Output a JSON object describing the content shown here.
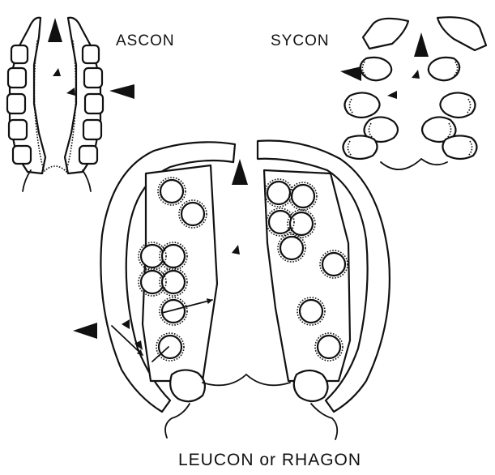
{
  "labels": {
    "ascon": "ASCON",
    "sycon": "SYCON",
    "leucon": "LEUCON or RHAGON"
  },
  "colors": {
    "ink": "#111111",
    "background": "#ffffff"
  }
}
